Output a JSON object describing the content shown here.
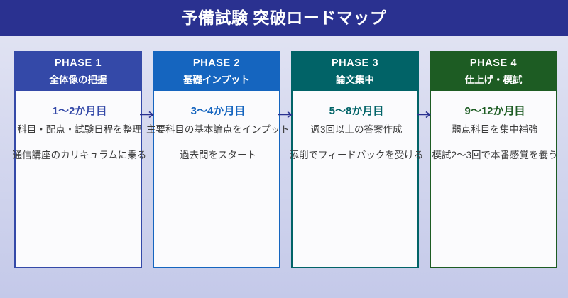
{
  "header": {
    "title": "予備試験 突破ロードマップ",
    "background_color": "#2a3190",
    "text_color": "#ffffff"
  },
  "page": {
    "background_gradient_from": "#e4e6f4",
    "background_gradient_to": "#c4c9e9",
    "arrow_color": "#2a3190"
  },
  "phases": [
    {
      "phase_label": "PHASE 1",
      "phase_name": "全体像の把握",
      "period": "1〜2か月目",
      "bullets": [
        "科目・配点・試験日程を整理",
        "通信講座のカリキュラムに乗る"
      ],
      "accent_color": "#3449a8",
      "body_background": "#fbfbfd"
    },
    {
      "phase_label": "PHASE 2",
      "phase_name": "基礎インプット",
      "period": "3〜4か月目",
      "bullets": [
        "主要科目の基本論点をインプット",
        "過去問をスタート"
      ],
      "accent_color": "#1565bf",
      "body_background": "#fbfbfd"
    },
    {
      "phase_label": "PHASE 3",
      "phase_name": "論文集中",
      "period": "5〜8か月目",
      "bullets": [
        "週3回以上の答案作成",
        "添削でフィードバックを受ける"
      ],
      "accent_color": "#016367",
      "body_background": "#fbfbfd"
    },
    {
      "phase_label": "PHASE 4",
      "phase_name": "仕上げ・模試",
      "period": "9〜12か月目",
      "bullets": [
        "弱点科目を集中補強",
        "模試2〜3回で本番感覚を養う"
      ],
      "accent_color": "#1d5c23",
      "body_background": "#fbfbfd"
    }
  ]
}
